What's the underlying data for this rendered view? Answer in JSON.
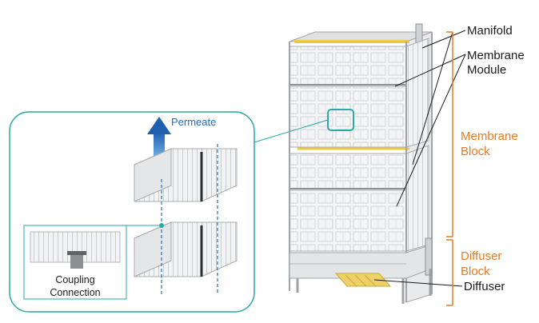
{
  "labels": {
    "manifold": "Manifold",
    "membrane_module_line1": "Membrane",
    "membrane_module_line2": "Module",
    "membrane_block_line1": "Membrane",
    "membrane_block_line2": "Block",
    "diffuser_block_line1": "Diffuser",
    "diffuser_block_line2": "Block",
    "diffuser": "Diffuser",
    "permeate": "Permeate",
    "coupling_line1": "Coupling",
    "coupling_line2": "Connection"
  },
  "colors": {
    "teal": "#2aa9a6",
    "orange": "#e57b25",
    "blue": "#1f6fbf",
    "frame": "#b9bcc0",
    "yellow": "#e9c94a"
  }
}
